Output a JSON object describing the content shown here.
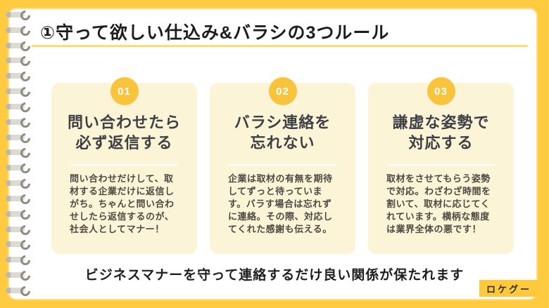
{
  "slide": {
    "title": "①守って欲しい仕込み&バラシの3つルール",
    "footer_message": "ビジネスマナーを守って連絡するだけ良い関係が保たれます",
    "logo_text": "ロケグー"
  },
  "cards": [
    {
      "number": "01",
      "heading_lines": [
        "問い合わせたら",
        "必ず返信する"
      ],
      "body": "問い合わせだけして、取材する企業だけに返信しがち。ちゃんと問い合わせしたら返信するのが、社会人としてマナー！"
    },
    {
      "number": "02",
      "heading_lines": [
        "バラシ連絡を",
        "忘れない"
      ],
      "body": "企業は取材の有無を期待してずっと待っています。バラす場合は忘れずに連絡。その際、対応してくれた感謝も伝える。"
    },
    {
      "number": "03",
      "heading_lines": [
        "謙虚な姿勢で",
        "対応する"
      ],
      "body": "取材をさせてもらう姿勢で対応。わざわざ時間を割いて、取材に応じてくれています。横柄な態度は業界全体の悪です！"
    }
  ],
  "colors": {
    "frame_yellow": "#FFCB40",
    "panel_white": "#FFFFFF",
    "card_cream": "#FCF4D6",
    "badge_amber": "#F9C43D",
    "title_underline": "#FBDC74",
    "heading_text": "#3E4045",
    "body_text": "#4C4A43",
    "ring_gray": "#DED9D1",
    "ring_hook_gray": "#8F8A82"
  }
}
